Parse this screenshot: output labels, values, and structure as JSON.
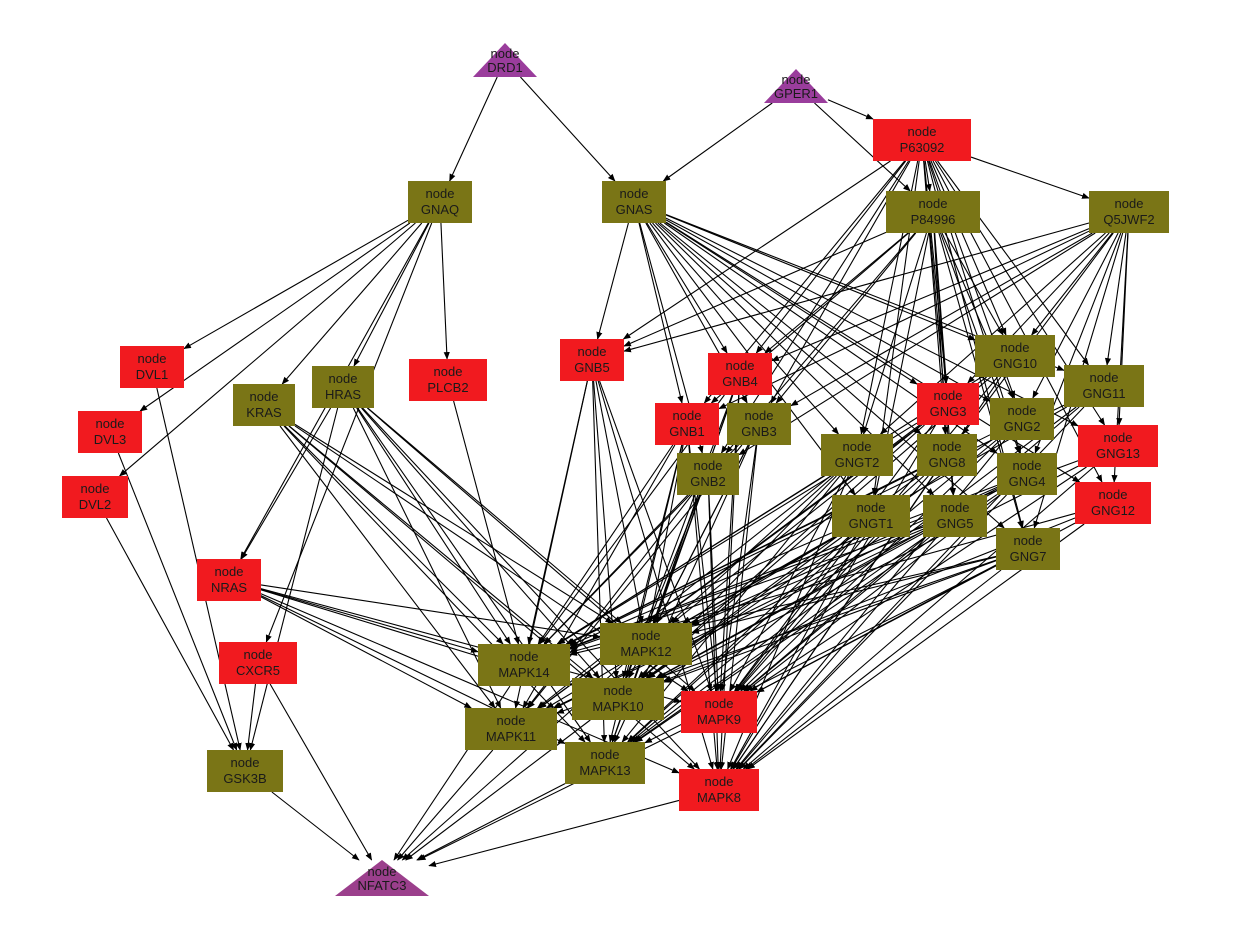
{
  "colors": {
    "source": "#9a3d9c",
    "target": "#9b3f8c",
    "olive": "#7a7516",
    "red": "#f11a1f",
    "edge": "#000000",
    "text": "#1a1a1a"
  },
  "nodes": [
    {
      "id": "DRD1",
      "kind": "source"
    },
    {
      "id": "GPER1",
      "kind": "source"
    },
    {
      "id": "P63092",
      "kind": "red"
    },
    {
      "id": "GNAQ",
      "kind": "olive"
    },
    {
      "id": "GNAS",
      "kind": "olive"
    },
    {
      "id": "P84996",
      "kind": "olive"
    },
    {
      "id": "Q5JWF2",
      "kind": "olive"
    },
    {
      "id": "DVL1",
      "kind": "red"
    },
    {
      "id": "DVL3",
      "kind": "red"
    },
    {
      "id": "DVL2",
      "kind": "red"
    },
    {
      "id": "KRAS",
      "kind": "olive"
    },
    {
      "id": "HRAS",
      "kind": "olive"
    },
    {
      "id": "PLCB2",
      "kind": "red"
    },
    {
      "id": "GNB5",
      "kind": "red"
    },
    {
      "id": "GNB4",
      "kind": "red"
    },
    {
      "id": "GNB1",
      "kind": "red"
    },
    {
      "id": "GNB3",
      "kind": "olive"
    },
    {
      "id": "GNB2",
      "kind": "olive"
    },
    {
      "id": "GNG10",
      "kind": "olive"
    },
    {
      "id": "GNG11",
      "kind": "olive"
    },
    {
      "id": "GNG3",
      "kind": "red"
    },
    {
      "id": "GNG2",
      "kind": "olive"
    },
    {
      "id": "GNGT2",
      "kind": "olive"
    },
    {
      "id": "GNG8",
      "kind": "olive"
    },
    {
      "id": "GNG13",
      "kind": "red"
    },
    {
      "id": "GNG4",
      "kind": "olive"
    },
    {
      "id": "GNG12",
      "kind": "red"
    },
    {
      "id": "GNGT1",
      "kind": "olive"
    },
    {
      "id": "GNG5",
      "kind": "olive"
    },
    {
      "id": "GNG7",
      "kind": "olive"
    },
    {
      "id": "NRAS",
      "kind": "red"
    },
    {
      "id": "CXCR5",
      "kind": "red"
    },
    {
      "id": "MAPK12",
      "kind": "olive"
    },
    {
      "id": "MAPK14",
      "kind": "olive"
    },
    {
      "id": "MAPK10",
      "kind": "olive"
    },
    {
      "id": "MAPK9",
      "kind": "red"
    },
    {
      "id": "MAPK11",
      "kind": "olive"
    },
    {
      "id": "MAPK13",
      "kind": "olive"
    },
    {
      "id": "MAPK8",
      "kind": "red"
    },
    {
      "id": "GSK3B",
      "kind": "olive"
    },
    {
      "id": "NFATC3",
      "kind": "target"
    }
  ],
  "node_prefix": "node",
  "edges": [
    [
      "DRD1",
      "GNAQ"
    ],
    [
      "DRD1",
      "GNAS"
    ],
    [
      "GPER1",
      "GNAS"
    ],
    [
      "GPER1",
      "P63092"
    ],
    [
      "GPER1",
      "P84996"
    ],
    [
      "P63092",
      "Q5JWF2"
    ],
    [
      "P63092",
      "P84996"
    ],
    [
      "P63092",
      "GNB5"
    ],
    [
      "P63092",
      "GNB4"
    ],
    [
      "P63092",
      "GNB1"
    ],
    [
      "P63092",
      "GNB3"
    ],
    [
      "P63092",
      "GNB2"
    ],
    [
      "P63092",
      "GNG10"
    ],
    [
      "P63092",
      "GNG11"
    ],
    [
      "P63092",
      "GNG3"
    ],
    [
      "P63092",
      "GNG2"
    ],
    [
      "P63092",
      "GNGT2"
    ],
    [
      "P63092",
      "GNG8"
    ],
    [
      "P63092",
      "GNG13"
    ],
    [
      "P63092",
      "GNG4"
    ],
    [
      "P63092",
      "GNG12"
    ],
    [
      "P63092",
      "GNGT1"
    ],
    [
      "P63092",
      "GNG5"
    ],
    [
      "P63092",
      "GNG7"
    ],
    [
      "GNAQ",
      "DVL1"
    ],
    [
      "GNAQ",
      "DVL3"
    ],
    [
      "GNAQ",
      "DVL2"
    ],
    [
      "GNAQ",
      "KRAS"
    ],
    [
      "GNAQ",
      "HRAS"
    ],
    [
      "GNAQ",
      "PLCB2"
    ],
    [
      "GNAQ",
      "NRAS"
    ],
    [
      "GNAQ",
      "CXCR5"
    ],
    [
      "GNAS",
      "GNB5"
    ],
    [
      "GNAS",
      "GNB4"
    ],
    [
      "GNAS",
      "GNB1"
    ],
    [
      "GNAS",
      "GNB3"
    ],
    [
      "GNAS",
      "GNB2"
    ],
    [
      "GNAS",
      "GNG10"
    ],
    [
      "GNAS",
      "GNG11"
    ],
    [
      "GNAS",
      "GNG3"
    ],
    [
      "GNAS",
      "GNG2"
    ],
    [
      "GNAS",
      "GNGT2"
    ],
    [
      "GNAS",
      "GNG8"
    ],
    [
      "GNAS",
      "GNG13"
    ],
    [
      "GNAS",
      "GNG4"
    ],
    [
      "GNAS",
      "GNG12"
    ],
    [
      "GNAS",
      "GNGT1"
    ],
    [
      "GNAS",
      "GNG5"
    ],
    [
      "GNAS",
      "GNG7"
    ],
    [
      "P84996",
      "GNB5"
    ],
    [
      "P84996",
      "GNB4"
    ],
    [
      "P84996",
      "GNB1"
    ],
    [
      "P84996",
      "GNB3"
    ],
    [
      "P84996",
      "GNB2"
    ],
    [
      "P84996",
      "GNG10"
    ],
    [
      "P84996",
      "GNG3"
    ],
    [
      "P84996",
      "GNG2"
    ],
    [
      "P84996",
      "GNGT2"
    ],
    [
      "P84996",
      "GNG8"
    ],
    [
      "P84996",
      "GNG4"
    ],
    [
      "P84996",
      "GNG7"
    ],
    [
      "P84996",
      "GNG5"
    ],
    [
      "P84996",
      "GNGT1"
    ],
    [
      "Q5JWF2",
      "GNB5"
    ],
    [
      "Q5JWF2",
      "GNB4"
    ],
    [
      "Q5JWF2",
      "GNB1"
    ],
    [
      "Q5JWF2",
      "GNB3"
    ],
    [
      "Q5JWF2",
      "GNB2"
    ],
    [
      "Q5JWF2",
      "GNG10"
    ],
    [
      "Q5JWF2",
      "GNG11"
    ],
    [
      "Q5JWF2",
      "GNG3"
    ],
    [
      "Q5JWF2",
      "GNG2"
    ],
    [
      "Q5JWF2",
      "GNGT2"
    ],
    [
      "Q5JWF2",
      "GNG8"
    ],
    [
      "Q5JWF2",
      "GNG13"
    ],
    [
      "Q5JWF2",
      "GNG4"
    ],
    [
      "Q5JWF2",
      "GNG12"
    ],
    [
      "Q5JWF2",
      "GNG7"
    ],
    [
      "DVL1",
      "GSK3B"
    ],
    [
      "DVL3",
      "GSK3B"
    ],
    [
      "DVL2",
      "GSK3B"
    ],
    [
      "KRAS",
      "MAPK14"
    ],
    [
      "KRAS",
      "MAPK12"
    ],
    [
      "KRAS",
      "MAPK10"
    ],
    [
      "KRAS",
      "MAPK9"
    ],
    [
      "KRAS",
      "MAPK11"
    ],
    [
      "KRAS",
      "MAPK13"
    ],
    [
      "KRAS",
      "MAPK8"
    ],
    [
      "HRAS",
      "NRAS"
    ],
    [
      "HRAS",
      "MAPK14"
    ],
    [
      "HRAS",
      "MAPK12"
    ],
    [
      "HRAS",
      "MAPK10"
    ],
    [
      "HRAS",
      "MAPK9"
    ],
    [
      "HRAS",
      "MAPK11"
    ],
    [
      "HRAS",
      "MAPK13"
    ],
    [
      "HRAS",
      "MAPK8"
    ],
    [
      "HRAS",
      "GSK3B"
    ],
    [
      "PLCB2",
      "MAPK14"
    ],
    [
      "NRAS",
      "MAPK14"
    ],
    [
      "NRAS",
      "MAPK12"
    ],
    [
      "NRAS",
      "MAPK10"
    ],
    [
      "NRAS",
      "MAPK9"
    ],
    [
      "NRAS",
      "MAPK11"
    ],
    [
      "NRAS",
      "MAPK13"
    ],
    [
      "NRAS",
      "MAPK8"
    ],
    [
      "CXCR5",
      "GSK3B"
    ],
    [
      "CXCR5",
      "NFATC3"
    ],
    [
      "GNB5",
      "MAPK14"
    ],
    [
      "GNB5",
      "MAPK12"
    ],
    [
      "GNB5",
      "MAPK10"
    ],
    [
      "GNB5",
      "MAPK9"
    ],
    [
      "GNB5",
      "MAPK11"
    ],
    [
      "GNB5",
      "MAPK13"
    ],
    [
      "GNB5",
      "MAPK8"
    ],
    [
      "GNB4",
      "MAPK14"
    ],
    [
      "GNB4",
      "MAPK12"
    ],
    [
      "GNB4",
      "MAPK10"
    ],
    [
      "GNB4",
      "MAPK9"
    ],
    [
      "GNB4",
      "MAPK13"
    ],
    [
      "GNB4",
      "MAPK8"
    ],
    [
      "GNB1",
      "MAPK14"
    ],
    [
      "GNB1",
      "MAPK12"
    ],
    [
      "GNB1",
      "MAPK10"
    ],
    [
      "GNB1",
      "MAPK9"
    ],
    [
      "GNB1",
      "MAPK11"
    ],
    [
      "GNB1",
      "MAPK13"
    ],
    [
      "GNB1",
      "MAPK8"
    ],
    [
      "GNB3",
      "MAPK14"
    ],
    [
      "GNB3",
      "MAPK12"
    ],
    [
      "GNB3",
      "MAPK10"
    ],
    [
      "GNB3",
      "MAPK9"
    ],
    [
      "GNB3",
      "MAPK11"
    ],
    [
      "GNB3",
      "MAPK13"
    ],
    [
      "GNB3",
      "MAPK8"
    ],
    [
      "GNB2",
      "MAPK14"
    ],
    [
      "GNB2",
      "MAPK12"
    ],
    [
      "GNB2",
      "MAPK10"
    ],
    [
      "GNB2",
      "MAPK9"
    ],
    [
      "GNB2",
      "MAPK11"
    ],
    [
      "GNB2",
      "MAPK13"
    ],
    [
      "GNB2",
      "MAPK8"
    ],
    [
      "GNG10",
      "MAPK14"
    ],
    [
      "GNG10",
      "MAPK10"
    ],
    [
      "GNG10",
      "MAPK9"
    ],
    [
      "GNG10",
      "MAPK11"
    ],
    [
      "GNG10",
      "MAPK8"
    ],
    [
      "GNG11",
      "MAPK14"
    ],
    [
      "GNG11",
      "MAPK12"
    ],
    [
      "GNG11",
      "MAPK9"
    ],
    [
      "GNG11",
      "MAPK13"
    ],
    [
      "GNG11",
      "MAPK8"
    ],
    [
      "GNG3",
      "MAPK14"
    ],
    [
      "GNG3",
      "MAPK12"
    ],
    [
      "GNG3",
      "MAPK10"
    ],
    [
      "GNG3",
      "MAPK9"
    ],
    [
      "GNG3",
      "MAPK11"
    ],
    [
      "GNG3",
      "MAPK8"
    ],
    [
      "GNG2",
      "MAPK14"
    ],
    [
      "GNG2",
      "MAPK10"
    ],
    [
      "GNG2",
      "MAPK9"
    ],
    [
      "GNG2",
      "MAPK13"
    ],
    [
      "GNG2",
      "MAPK8"
    ],
    [
      "GNGT2",
      "MAPK14"
    ],
    [
      "GNGT2",
      "MAPK12"
    ],
    [
      "GNGT2",
      "MAPK10"
    ],
    [
      "GNGT2",
      "MAPK9"
    ],
    [
      "GNGT2",
      "MAPK11"
    ],
    [
      "GNGT2",
      "MAPK13"
    ],
    [
      "GNGT2",
      "MAPK8"
    ],
    [
      "GNG8",
      "MAPK14"
    ],
    [
      "GNG8",
      "MAPK10"
    ],
    [
      "GNG8",
      "MAPK9"
    ],
    [
      "GNG8",
      "MAPK13"
    ],
    [
      "GNG8",
      "MAPK8"
    ],
    [
      "GNG13",
      "MAPK14"
    ],
    [
      "GNG13",
      "MAPK10"
    ],
    [
      "GNG13",
      "MAPK9"
    ],
    [
      "GNG13",
      "MAPK8"
    ],
    [
      "GNG4",
      "MAPK14"
    ],
    [
      "GNG4",
      "MAPK12"
    ],
    [
      "GNG4",
      "MAPK10"
    ],
    [
      "GNG4",
      "MAPK9"
    ],
    [
      "GNG4",
      "MAPK11"
    ],
    [
      "GNG4",
      "MAPK13"
    ],
    [
      "GNG4",
      "MAPK8"
    ],
    [
      "GNG12",
      "MAPK14"
    ],
    [
      "GNG12",
      "MAPK10"
    ],
    [
      "GNG12",
      "MAPK9"
    ],
    [
      "GNG12",
      "MAPK8"
    ],
    [
      "GNGT1",
      "MAPK14"
    ],
    [
      "GNGT1",
      "MAPK12"
    ],
    [
      "GNGT1",
      "MAPK10"
    ],
    [
      "GNGT1",
      "MAPK9"
    ],
    [
      "GNGT1",
      "MAPK11"
    ],
    [
      "GNGT1",
      "MAPK13"
    ],
    [
      "GNGT1",
      "MAPK8"
    ],
    [
      "GNG5",
      "MAPK14"
    ],
    [
      "GNG5",
      "MAPK12"
    ],
    [
      "GNG5",
      "MAPK10"
    ],
    [
      "GNG5",
      "MAPK9"
    ],
    [
      "GNG5",
      "MAPK11"
    ],
    [
      "GNG5",
      "MAPK13"
    ],
    [
      "GNG5",
      "MAPK8"
    ],
    [
      "GNG7",
      "MAPK14"
    ],
    [
      "GNG7",
      "MAPK12"
    ],
    [
      "GNG7",
      "MAPK10"
    ],
    [
      "GNG7",
      "MAPK9"
    ],
    [
      "GNG7",
      "MAPK11"
    ],
    [
      "GNG7",
      "MAPK13"
    ],
    [
      "GNG7",
      "MAPK8"
    ],
    [
      "MAPK14",
      "NFATC3"
    ],
    [
      "MAPK12",
      "NFATC3"
    ],
    [
      "MAPK10",
      "NFATC3"
    ],
    [
      "MAPK9",
      "NFATC3"
    ],
    [
      "MAPK11",
      "NFATC3"
    ],
    [
      "MAPK13",
      "NFATC3"
    ],
    [
      "MAPK8",
      "NFATC3"
    ],
    [
      "GSK3B",
      "NFATC3"
    ]
  ]
}
